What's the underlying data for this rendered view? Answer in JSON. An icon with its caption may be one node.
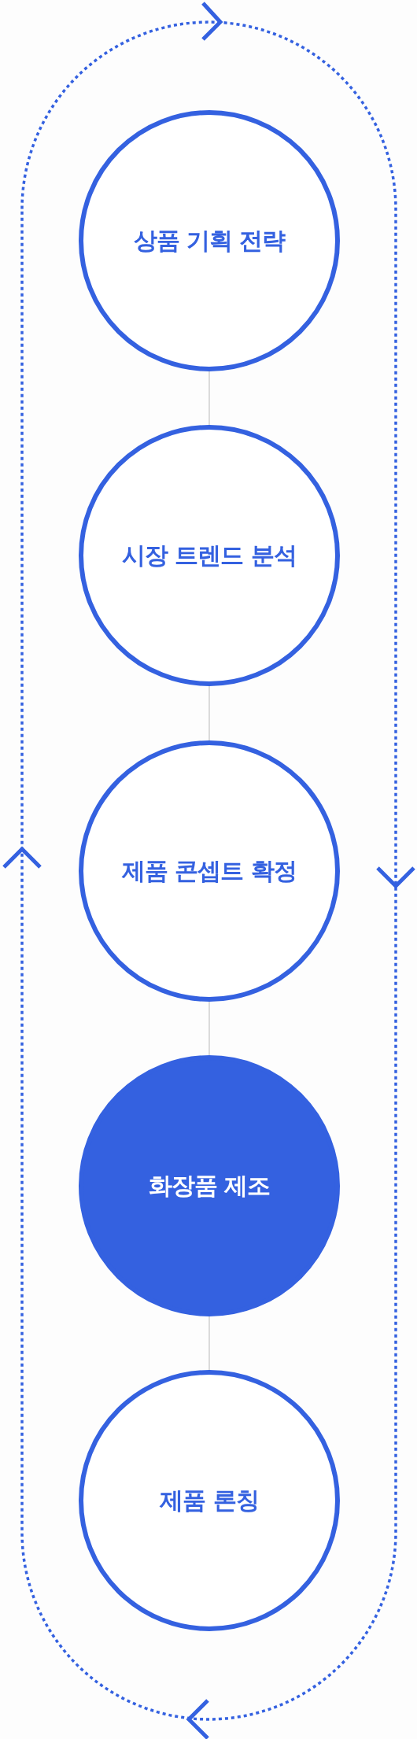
{
  "diagram": {
    "nodes": [
      {
        "text": [
          "상품 기획 전략"
        ]
      },
      {
        "text": [
          "시장 트렌드 분석"
        ]
      },
      {
        "text": [
          "제품 콘셉트 확정"
        ]
      },
      {
        "text": [
          "화장품 제조"
        ]
      },
      {
        "text": [
          "제품 론칭"
        ]
      }
    ],
    "edges": [
      {
        "from": 0,
        "to": 1,
        "arrow": "none"
      },
      {
        "from": 1,
        "to": 2,
        "arrow": "none"
      },
      {
        "from": 2,
        "to": 3,
        "arrow": "none"
      },
      {
        "from": 3,
        "to": 4,
        "arrow": "none"
      }
    ]
  }
}
